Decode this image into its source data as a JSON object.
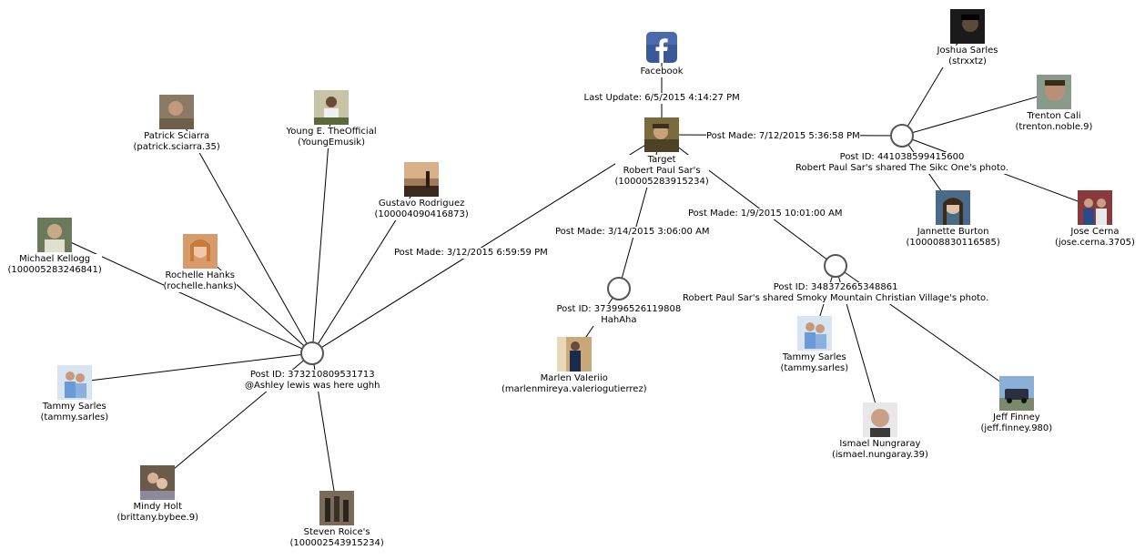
{
  "source": {
    "name": "Facebook",
    "icon": "facebook-icon",
    "edge_label": "Last Update:  6/5/2015 4:14:27 PM",
    "color": "#3b5998"
  },
  "target": {
    "title": "Target",
    "name": "Robert Paul Sar's",
    "id": "(100005283915234)"
  },
  "posts": [
    {
      "key": "p1",
      "edge_label": "Post Made:  3/12/2015 6:59:59 PM",
      "id": "Post ID:  373210809531713",
      "text": "@Ashley lewis was here ughh"
    },
    {
      "key": "p2",
      "edge_label": "Post Made:  3/14/2015 3:06:00 AM",
      "id": "Post ID:  373996526119808",
      "text": "HahAha"
    },
    {
      "key": "p3",
      "edge_label": "Post Made:  1/9/2015 10:01:00 AM",
      "id": "Post ID:  348372665348861",
      "text": "Robert Paul Sar's shared Smoky Mountain Christian Village's photo."
    },
    {
      "key": "p4",
      "edge_label": "Post Made:  7/12/2015 5:36:58 PM",
      "id": "Post ID:  441038599415600",
      "text": "Robert Paul Sar's shared The Sikc One's photo."
    }
  ],
  "people": [
    {
      "key": "patrick",
      "name": "Patrick Sciarra",
      "handle": "(patrick.sciarra.35)",
      "post": "p1"
    },
    {
      "key": "young",
      "name": "Young E. TheOfficial",
      "handle": "(YoungEmusik)",
      "post": "p1"
    },
    {
      "key": "gustavo",
      "name": "Gustavo Rodriguez",
      "handle": "(100004090416873)",
      "post": "p1"
    },
    {
      "key": "michael",
      "name": "Michael Kellogg",
      "handle": "(100005283246841)",
      "post": "p1"
    },
    {
      "key": "rochelle",
      "name": "Rochelle Hanks",
      "handle": "(rochelle.hanks)",
      "post": "p1"
    },
    {
      "key": "tammy1",
      "name": "Tammy Sarles",
      "handle": "(tammy.sarles)",
      "post": "p1"
    },
    {
      "key": "mindy",
      "name": "Mindy Holt",
      "handle": "(brittany.bybee.9)",
      "post": "p1"
    },
    {
      "key": "steven",
      "name": "Steven Roice's",
      "handle": "(100002543915234)",
      "post": "p1"
    },
    {
      "key": "marlen",
      "name": "Marlen Valeriio",
      "handle": "(marlenmireya.valeriogutierrez)",
      "post": "p2"
    },
    {
      "key": "tammy2",
      "name": "Tammy Sarles",
      "handle": "(tammy.sarles)",
      "post": "p3"
    },
    {
      "key": "ismael",
      "name": "Ismael Nungraray",
      "handle": "(ismael.nungaray.39)",
      "post": "p3"
    },
    {
      "key": "jeff",
      "name": "Jeff Finney",
      "handle": "(jeff.finney.980)",
      "post": "p3"
    },
    {
      "key": "joshua",
      "name": "Joshua Sarles",
      "handle": "(strxxtz)",
      "post": "p4"
    },
    {
      "key": "trenton",
      "name": "Trenton Cali",
      "handle": "(trenton.noble.9)",
      "post": "p4"
    },
    {
      "key": "jannette",
      "name": "Jannette Burton",
      "handle": "(100008830116585)",
      "post": "p4"
    },
    {
      "key": "jose",
      "name": "Jose Cerna",
      "handle": "(jose.cerna.3705)",
      "post": "p4"
    }
  ]
}
